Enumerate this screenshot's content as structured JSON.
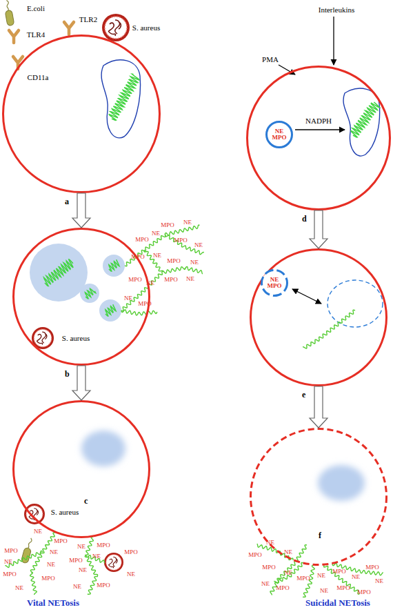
{
  "diagram": {
    "nodes": [
      {
        "text": [
          "a"
        ]
      },
      {
        "text": [
          "b"
        ]
      },
      {
        "text": [
          "c"
        ]
      },
      {
        "text": [
          "d"
        ]
      },
      {
        "text": [
          "NE",
          "MPO"
        ],
        "in": 3
      },
      {
        "text": [
          "e"
        ]
      },
      {
        "text": [
          "NE",
          "MPO"
        ],
        "in": 5
      },
      {
        "text": [
          "f"
        ]
      }
    ],
    "edges": [
      {
        "from": 0,
        "to": 1,
        "arrow": "to"
      },
      {
        "from": 1,
        "to": 2,
        "arrow": "to"
      },
      {
        "from": 3,
        "to": 5,
        "arrow": "to"
      },
      {
        "from": 5,
        "to": 7,
        "arrow": "to"
      }
    ],
    "labels": [
      "E.coli",
      "TLR4",
      "TLR2",
      "S. aureus",
      "CD11a",
      "PMA",
      "Interleukins",
      "NADPH",
      "MPO",
      "NE",
      "MPO",
      "NE",
      "MPO",
      "NE",
      "MPO",
      "NE",
      "MPO",
      "NE",
      "MPO",
      "NE",
      "MPO",
      "NE",
      "NE",
      "MPO",
      "S. aureus",
      "S. aureus",
      "NE",
      "MPO",
      "MPO",
      "NE",
      "NE",
      "NE",
      "MPO",
      "MPO",
      "NE",
      "NE",
      "MPO",
      "MPO",
      "NE",
      "NE",
      "MPO",
      "NE",
      "MPO",
      "NE",
      "NE",
      "MPO",
      "NE",
      "MPO",
      "NE",
      "MPO",
      "NE",
      "MPO",
      "NE",
      "MPO",
      "NE",
      "MPO",
      "NE",
      "MPO",
      "NE",
      "MPO",
      "Vital NETosis",
      "Suicidal NETosis"
    ]
  }
}
